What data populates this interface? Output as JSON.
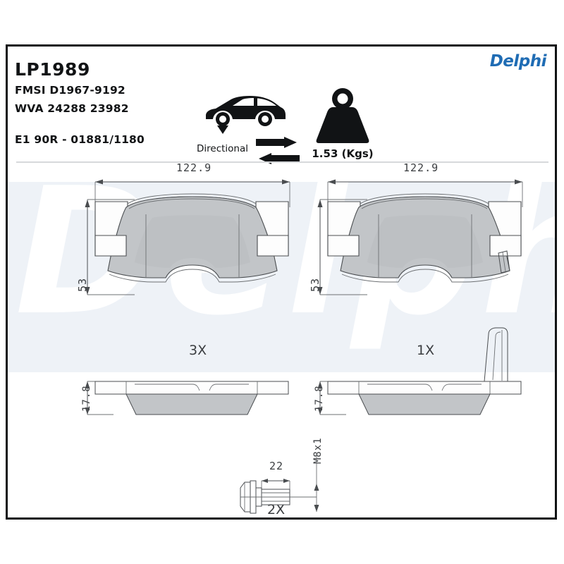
{
  "header": {
    "part_number": "LP1989",
    "fmsi_code": "FMSI D1967-9192",
    "wva_code": "WVA 24288 23982",
    "approval_code": "E1 90R - 01881/1180",
    "brand": "Delphi",
    "brand_color": "#1f6cb4"
  },
  "icons": {
    "car": "car-side-icon",
    "directional_label": "Directional",
    "arrows": "bidirectional-arrows-icon",
    "weight": "weight-kettlebell-icon",
    "weight_value": "1.53 (Kgs)"
  },
  "watermark": {
    "text": "Delphi",
    "color": "#ffffff",
    "band_color": "#eef2f7"
  },
  "drawing": {
    "pad_left": {
      "width_label": "122.9",
      "height_label": "53",
      "thickness_label": "17.8",
      "quantity": "3X",
      "has_wear_sensor": false
    },
    "pad_right": {
      "width_label": "122.9",
      "height_label": "53",
      "thickness_label": "17.8",
      "quantity": "1X",
      "has_wear_sensor": true
    },
    "bolt": {
      "length_label": "22",
      "thread_label": "M8x1",
      "quantity": "2X"
    }
  },
  "colors": {
    "friction_material": "#c2c5c8",
    "backing_plate": "#fdfdfd",
    "line": "#4a4d50",
    "text": "#111315"
  }
}
